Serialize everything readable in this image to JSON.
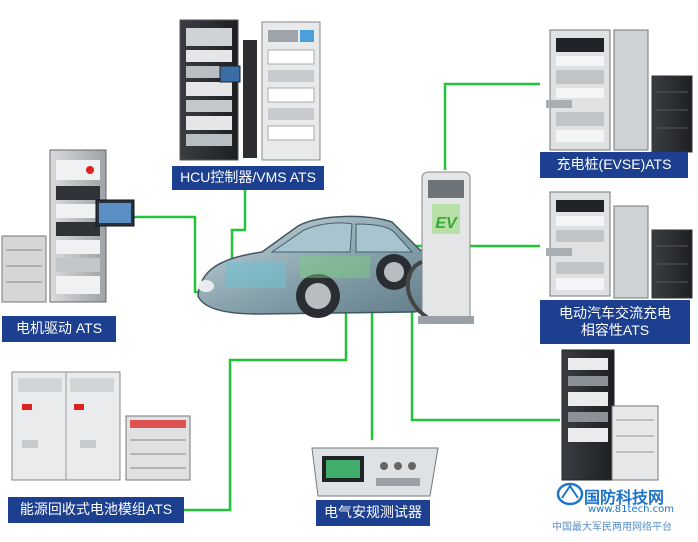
{
  "labels": {
    "hcu": "HCU控制器/VMS ATS",
    "motor": "电机驱动 ATS",
    "evse": "充电桩(EVSE)ATS",
    "ac_compat_line1": "电动汽车交流充电",
    "ac_compat_line2": "相容性ATS",
    "battery": "能源回收式电池模组ATS",
    "safety": "电气安规测试器"
  },
  "charger_sign": "EV",
  "watermark": {
    "brand": "国防科技网",
    "url": "www.81tech.com",
    "slogan": "中国最大军民两用网络平台"
  },
  "colors": {
    "connector": "#22c43a",
    "label_bg": "#1c3f8f",
    "label_text": "#ffffff"
  }
}
